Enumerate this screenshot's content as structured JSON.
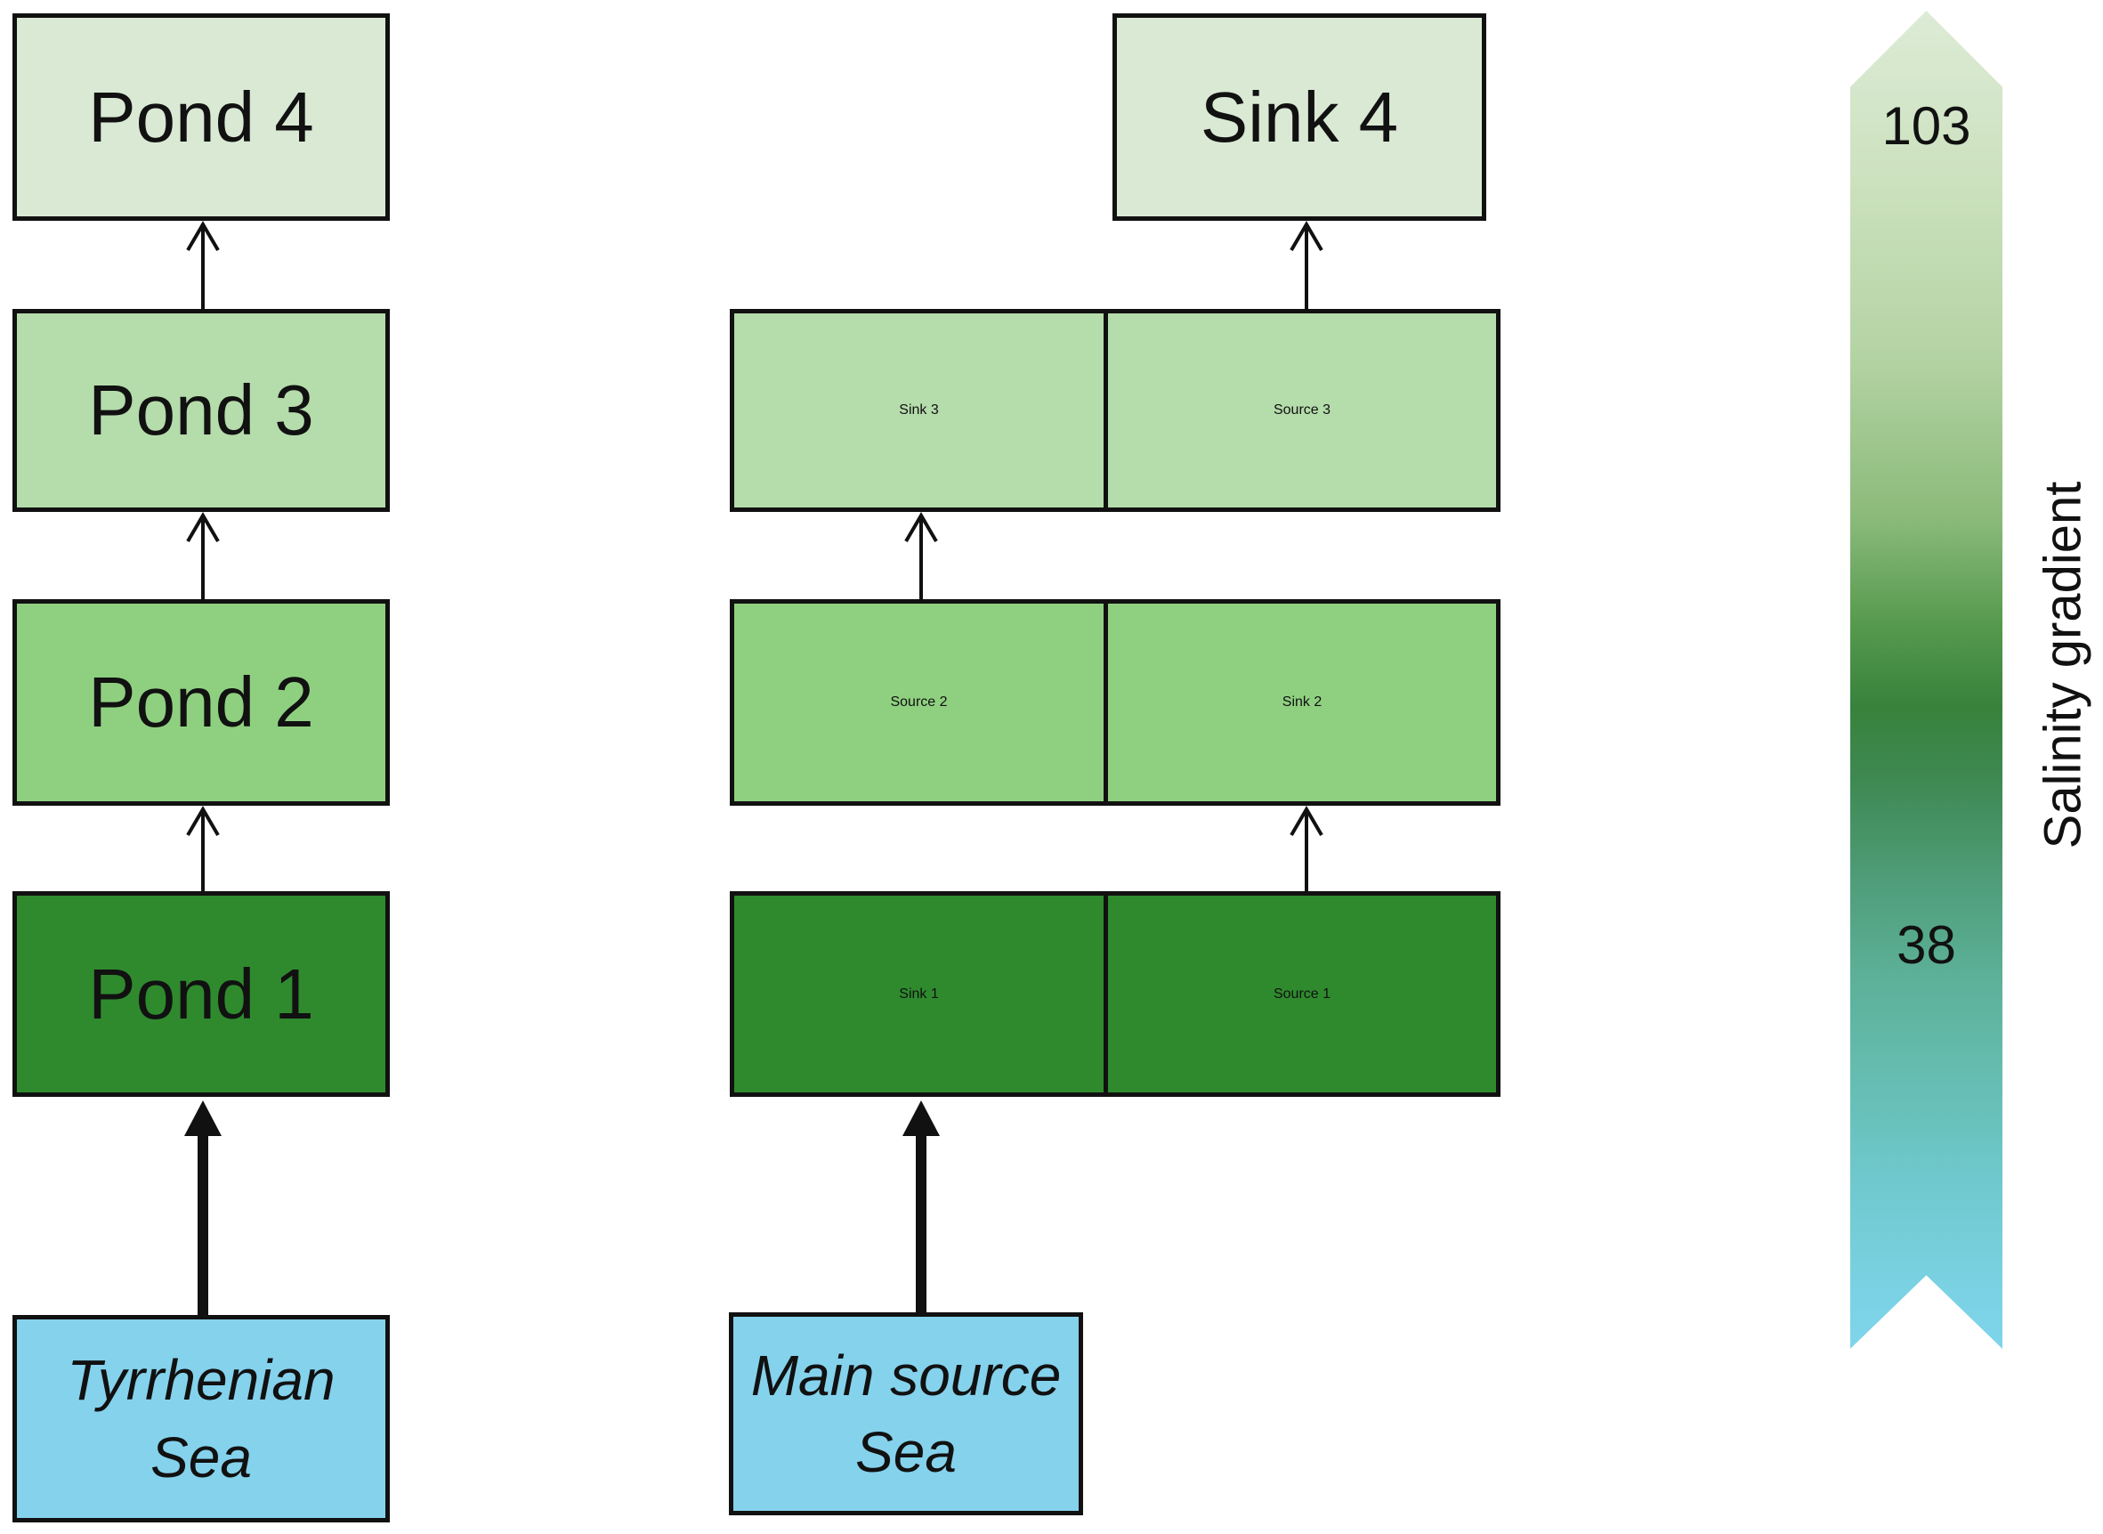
{
  "diagram": {
    "pond_column": {
      "boxes": [
        {
          "label": "Pond 4"
        },
        {
          "label": "Pond 3"
        },
        {
          "label": "Pond 2"
        },
        {
          "label": "Pond 1"
        }
      ],
      "sea_box": {
        "line1": "Tyrrhenian",
        "line2": "Sea"
      }
    },
    "source_sink_column": {
      "top_box": {
        "label": "Sink 4"
      },
      "rows": [
        {
          "left": "Sink 3",
          "right": "Source 3"
        },
        {
          "left": "Source 2",
          "right": "Sink 2"
        },
        {
          "left": "Sink 1",
          "right": "Source 1"
        }
      ],
      "sea_box": {
        "line1": "Main source",
        "line2": "Sea"
      }
    },
    "legend": {
      "label": "Salinity gradient",
      "top_value": "103",
      "bottom_value": "38",
      "gradient_stops": [
        "#dcebd6 0%",
        "#cde2c0 12%",
        "#b4d3a3 26%",
        "#8aba7a 38%",
        "#55994d 46%",
        "#38823c 52%",
        "#3f8a55 58%",
        "#4f9d79 65%",
        "#5cb097 72%",
        "#66bdb2 80%",
        "#70c9cf 88%",
        "#7bd2e4 96%",
        "#7fd4ea 100%"
      ]
    },
    "colors": {
      "level1": "#2f8a2e",
      "level2": "#8fd080",
      "level3": "#b5dcab",
      "level4": "#d9e9d4",
      "sea": "#85d2ec",
      "border": "#111111",
      "text": "#111111",
      "arrow": "#111111"
    }
  }
}
